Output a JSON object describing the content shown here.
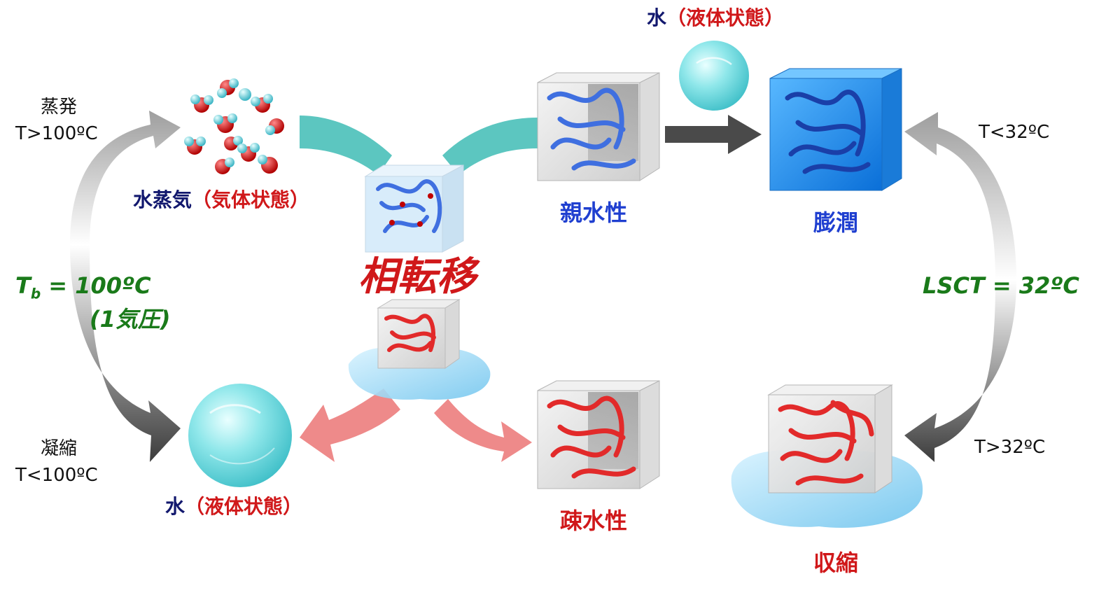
{
  "colors": {
    "cycle_arrow_light": "#bdbdbd",
    "cycle_arrow_dark": "#5a5a5a",
    "teal_arrow": "#5cc6c0",
    "pink_arrow": "#ee8a8a",
    "blue_polymer": "#3f6fe0",
    "red_polymer": "#e22a2a",
    "water": "#8be6ec",
    "swollen_cube": "#1e8fe8",
    "label_green": "#1a7a1a",
    "label_navy": "#12186e",
    "label_red": "#d0181a",
    "label_blue": "#1f3fd0"
  },
  "left_cycle": {
    "evaporation": {
      "word": "蒸発",
      "temp": "T>100ºC"
    },
    "condensation": {
      "word": "凝縮",
      "temp": "T<100ºC"
    },
    "boiling_point": {
      "symbol": "T",
      "subscript": "b",
      "value": " = 100ºC",
      "pressure": "(1気圧)"
    }
  },
  "right_cycle": {
    "cooling_temp": "T<32ºC",
    "heating_temp": "T>32ºC",
    "lsct": "LSCT = 32ºC"
  },
  "labels": {
    "vapor_water": "水",
    "vapor_state": "蒸気（気体状態）",
    "vapor_state_part1": "蒸気",
    "vapor_state_part2": "（気体状態）",
    "liquid_left_water": "水",
    "liquid_left_state": "（液体状態）",
    "liquid_top_water": "水",
    "liquid_top_state": "（液体状態）",
    "phase_transition": "相転移",
    "hydrophilic": "親水性",
    "hydrophobic": "疎水性",
    "swelling": "膨潤",
    "shrinking": "収縮"
  },
  "icons": [
    "water-vapor-molecules-icon",
    "water-droplet-icon",
    "hydrogel-cube-icon",
    "water-puddle-icon",
    "cycle-arrow-icon",
    "process-arrow-icon"
  ]
}
